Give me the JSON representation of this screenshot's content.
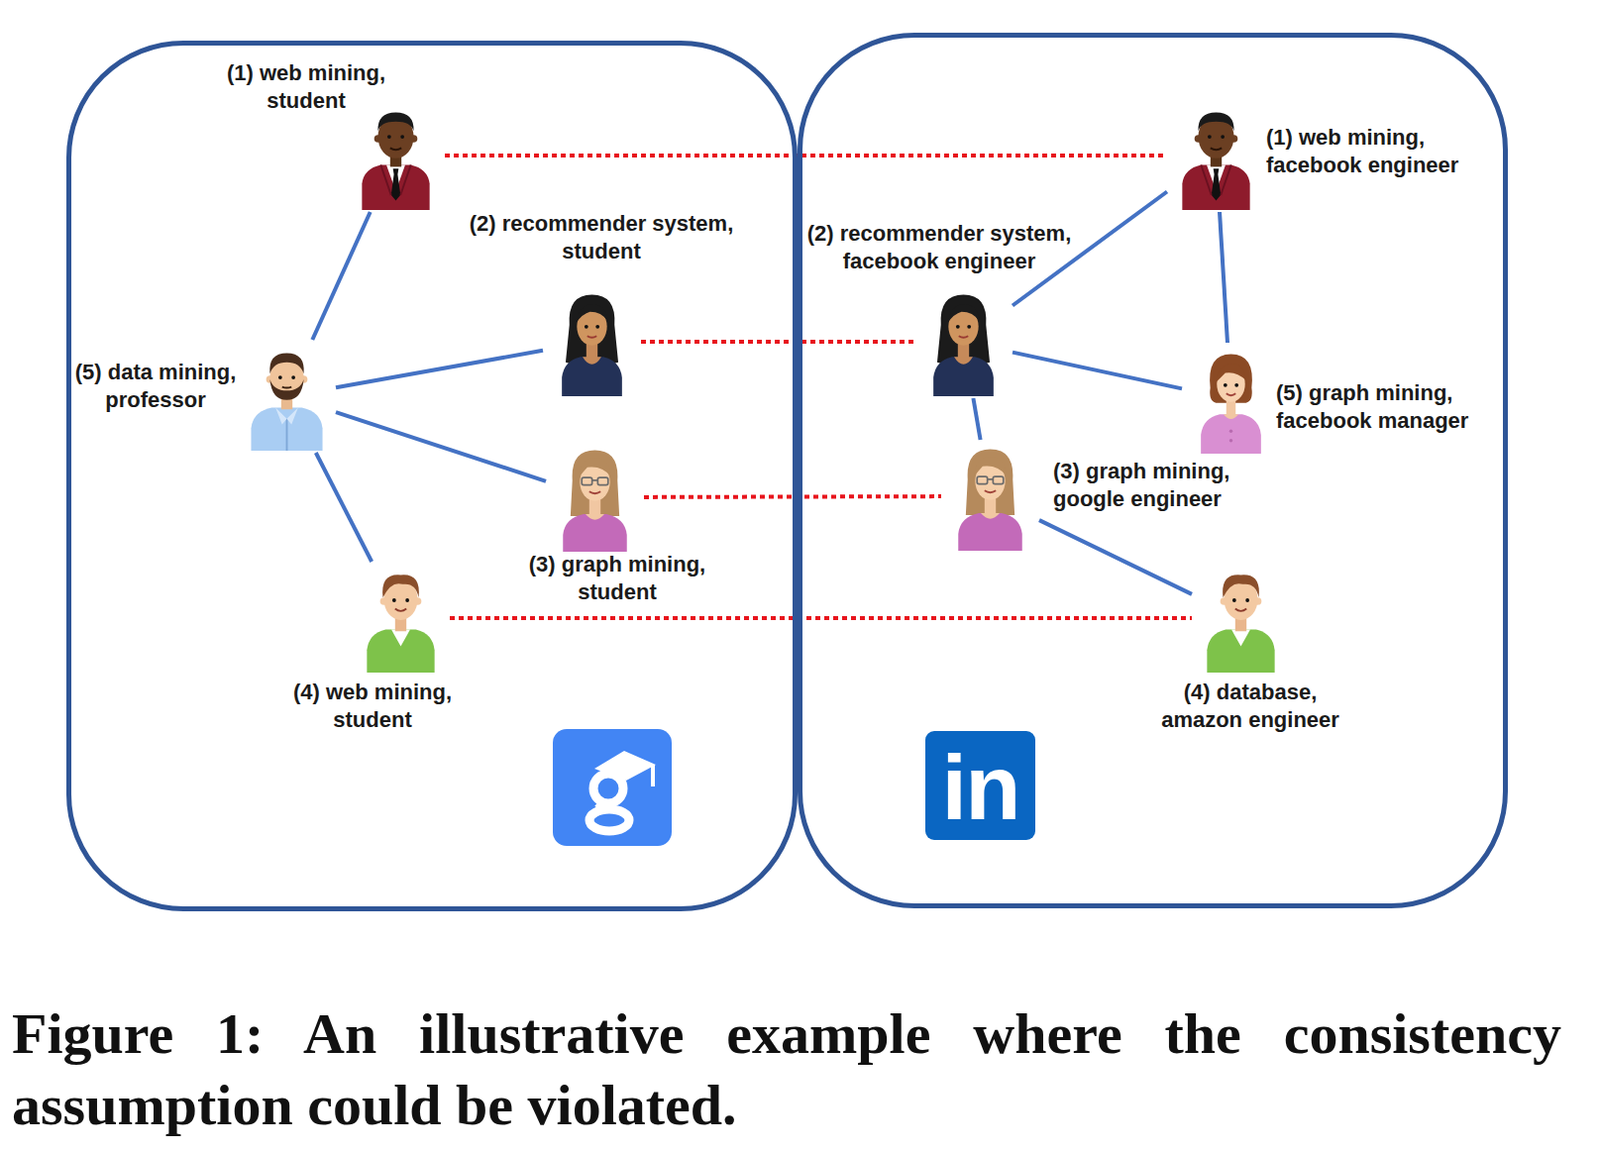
{
  "diagram": {
    "caption": "Figure 1: An illustrative example where the consistency assumption could be violated.",
    "nodes": [
      {
        "text": []
      },
      {
        "text": [
          "(1) web mining, student"
        ],
        "in": 0
      },
      {
        "text": [
          "(2) recommender system, student"
        ],
        "in": 0
      },
      {
        "text": [
          "(5) data mining, professor"
        ],
        "in": 0
      },
      {
        "text": [
          "(3) graph mining, student"
        ],
        "in": 0
      },
      {
        "text": [
          "(4) web mining, student"
        ],
        "in": 0
      },
      {
        "text": []
      },
      {
        "text": [
          "(1) web mining, facebook engineer"
        ],
        "in": 6
      },
      {
        "text": [
          "(2) recommender system, facebook engineer"
        ],
        "in": 6
      },
      {
        "text": [
          "(5) graph mining, facebook manager"
        ],
        "in": 6
      },
      {
        "text": [
          "(3) graph mining, google engineer"
        ],
        "in": 6
      },
      {
        "text": [
          "(4) database, amazon engineer"
        ],
        "in": 6
      }
    ],
    "edges": [
      {
        "from": 3,
        "to": 1,
        "arrow": "none"
      },
      {
        "from": 3,
        "to": 2,
        "arrow": "none"
      },
      {
        "from": 3,
        "to": 4,
        "arrow": "none"
      },
      {
        "from": 3,
        "to": 5,
        "arrow": "none"
      },
      {
        "from": 8,
        "to": 7,
        "arrow": "none"
      },
      {
        "from": 8,
        "to": 9,
        "arrow": "none"
      },
      {
        "from": 7,
        "to": 9,
        "arrow": "none"
      },
      {
        "from": 8,
        "to": 10,
        "arrow": "none"
      },
      {
        "from": 10,
        "to": 11,
        "arrow": "none"
      },
      {
        "from": 1,
        "to": 7,
        "arrow": "none"
      },
      {
        "from": 2,
        "to": 8,
        "arrow": "none"
      },
      {
        "from": 4,
        "to": 10,
        "arrow": "none"
      },
      {
        "from": 5,
        "to": 11,
        "arrow": "none"
      }
    ],
    "labels": [
      "in"
    ]
  }
}
